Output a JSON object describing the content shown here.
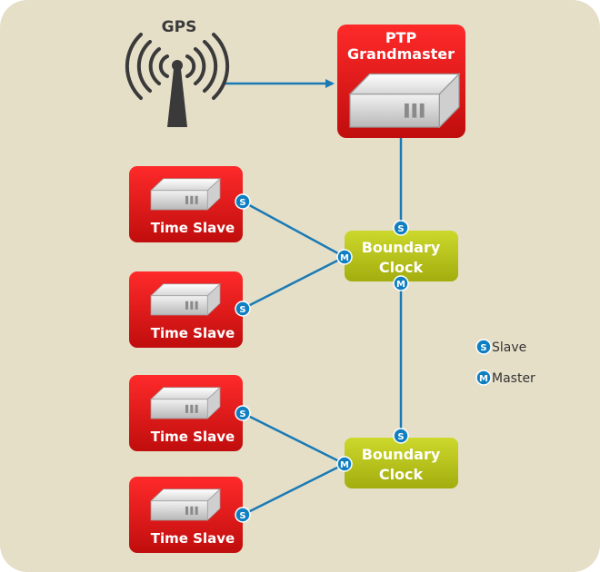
{
  "gps": {
    "label": "GPS",
    "icon": "antenna-tower-icon"
  },
  "grandmaster": {
    "line1": "PTP",
    "line2": "Grandmaster",
    "icon": "server-icon"
  },
  "boundary_clocks": [
    {
      "line1": "Boundary",
      "line2": "Clock"
    },
    {
      "line1": "Boundary",
      "line2": "Clock"
    }
  ],
  "time_slaves": [
    {
      "label": "Time Slave",
      "icon": "server-icon"
    },
    {
      "label": "Time Slave",
      "icon": "server-icon"
    },
    {
      "label": "Time Slave",
      "icon": "server-icon"
    },
    {
      "label": "Time Slave",
      "icon": "server-icon"
    }
  ],
  "ports": {
    "slave_letter": "S",
    "master_letter": "M"
  },
  "legend": {
    "slave": {
      "letter": "S",
      "label": "Slave"
    },
    "master": {
      "letter": "M",
      "label": "Master"
    }
  },
  "colors": {
    "background": "#e6dfc8",
    "device_red": "#d81515",
    "boundary_yellow_green": "#b8c21a",
    "link_blue": "#1a7ab5",
    "port_blue": "#0f7fc2"
  }
}
